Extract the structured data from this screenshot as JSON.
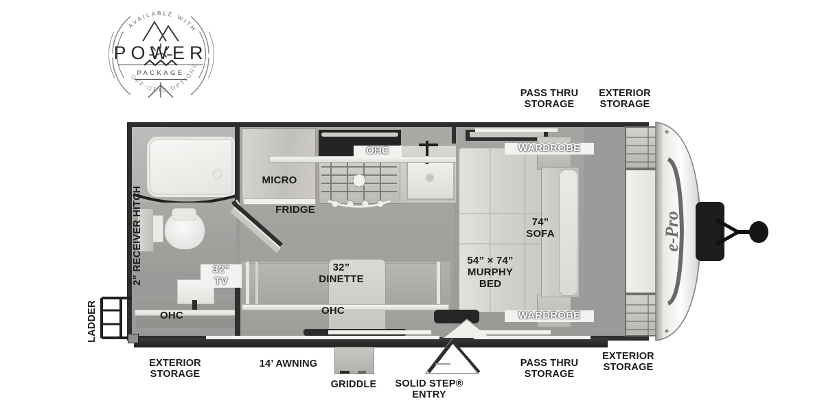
{
  "badge": {
    "top_arc": "AVAILABLE WITH",
    "word": "POWER",
    "package": "PACKAGE",
    "bottom_arc": "OFF-GRID OPTIONS",
    "icon_mountain": "mountain-icon",
    "icon_sun": "sun-icon"
  },
  "floorplan": {
    "brand": "e-Pro",
    "interior_labels": [
      {
        "id": "micro",
        "text": "MICRO"
      },
      {
        "id": "fridge",
        "text": "FRIDGE"
      },
      {
        "id": "ohc_kitchen",
        "text": "OHC"
      },
      {
        "id": "ohc_rear",
        "text": "OHC"
      },
      {
        "id": "ohc_dinette",
        "text": "OHC"
      },
      {
        "id": "tv",
        "text": "32”\nTV"
      },
      {
        "id": "dinette",
        "text": "32”\nDINETTE"
      },
      {
        "id": "murphy_bed",
        "text": "54” × 74”\nMURPHY\nBED"
      },
      {
        "id": "sofa",
        "text": "74”\nSOFA"
      },
      {
        "id": "wardrobe_top",
        "text": "WARDROBE"
      },
      {
        "id": "wardrobe_bot",
        "text": "WARDROBE"
      }
    ],
    "exterior_labels": [
      {
        "id": "pass_thru_top",
        "text": "PASS THRU\nSTORAGE"
      },
      {
        "id": "exterior_top",
        "text": "EXTERIOR\nSTORAGE"
      },
      {
        "id": "receiver_hitch",
        "text": "2” RECEIVER HITCH"
      },
      {
        "id": "ladder",
        "text": "LADDER"
      },
      {
        "id": "exterior_rear",
        "text": "EXTERIOR\nSTORAGE"
      },
      {
        "id": "awning",
        "text": "14’ AWNING"
      },
      {
        "id": "griddle",
        "text": "GRIDDLE"
      },
      {
        "id": "solid_step",
        "text": "SOLID STEP®\nENTRY"
      },
      {
        "id": "pass_thru_bottom",
        "text": "PASS THRU\nSTORAGE"
      },
      {
        "id": "exterior_front_bot",
        "text": "EXTERIOR\nSTORAGE"
      }
    ]
  },
  "colors": {
    "outline": "#2e2e2e",
    "floor": "#9a9a9a",
    "cabinet": "#cfcdc8",
    "text": "#1a1a1a",
    "white_text": "#ffffff"
  }
}
